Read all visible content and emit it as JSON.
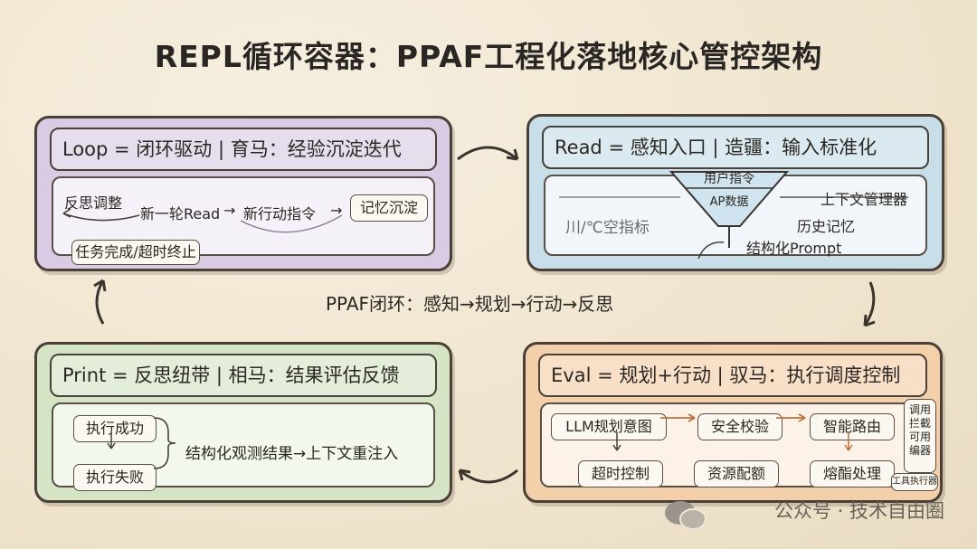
{
  "title": "REPL循环容器：PPAF工程化落地核心管控架构",
  "center_label": "PPAF闭环：感知→规划→行动→反思",
  "loop_panel": {
    "header": "Loop = 闭环驱动 | 育马：经验沉淀迭代",
    "reflect": "反思调整",
    "new_read": "新一轮Read",
    "arrow1": "→",
    "new_action": "新行动指令",
    "arrow2": "→",
    "memory": "记忆沉淀",
    "terminate": "任务完成/超时终止"
  },
  "read_panel": {
    "header": "Read = 感知入口 | 造疆：输入标准化",
    "user_cmd": "用户指令",
    "ap_data": "AP数据",
    "env_metrics": "川/℃空指标",
    "ctx_mgr": "上下文管理器",
    "history": "历史记忆",
    "structured_prompt": "结构化Prompt"
  },
  "eval_panel": {
    "header": "Eval = 规划+行动 | 驭马：执行调度控制",
    "llm": "LLM规划意图",
    "safety": "安全校验",
    "routing": "智能路由",
    "timeout": "超时控制",
    "quota": "资源配额",
    "fuse": "熔酯处理",
    "side_list": [
      "调用拦截",
      "可用编器"
    ],
    "tool_exec": "工具执行器"
  },
  "print_panel": {
    "header": "Print = 反思纽带 | 相马：结果评估反馈",
    "success": "执行成功",
    "failure": "执行失败",
    "result": "结构化观测结果→上下文重注入"
  },
  "footer": "公众号 · 技术自由圈"
}
